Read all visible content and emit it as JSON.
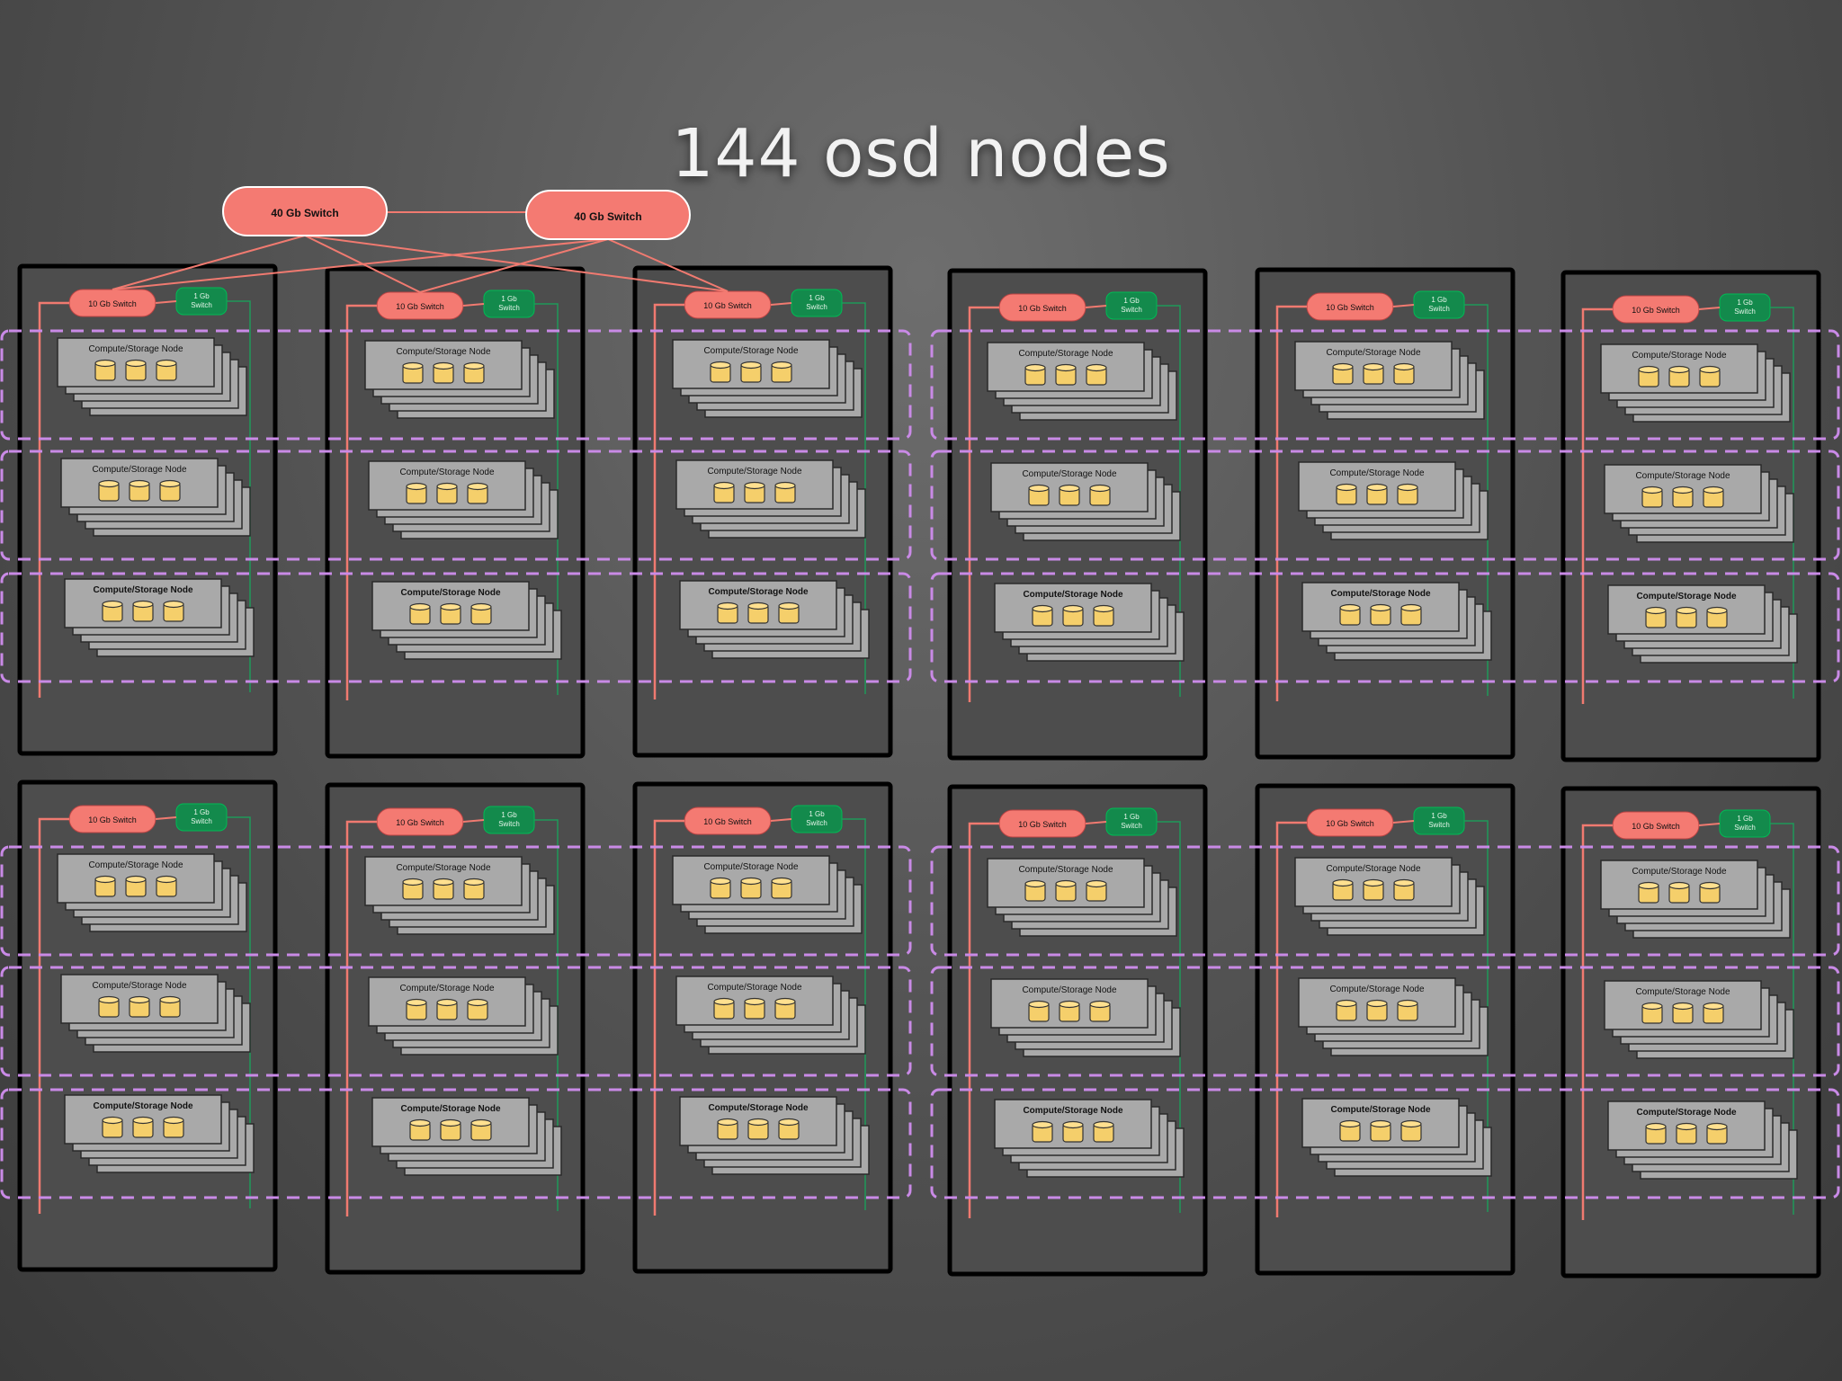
{
  "title": "144 osd nodes",
  "core_switches": [
    {
      "label": "40 Gb Switch"
    },
    {
      "label": "40 Gb Switch"
    }
  ],
  "rack_switch_labels": {
    "tor": "10 Gb Switch",
    "mgmt_line1": "1 Gb",
    "mgmt_line2": "Switch"
  },
  "node_labels": [
    "Compute/Storage Node",
    "Compute/Storage Node",
    "Compute/Storage Node"
  ],
  "racks_per_row": 6,
  "rows": 2,
  "node_groups_per_rack": 3,
  "disks_per_node": 3,
  "colors": {
    "core_switch": "#f47a72",
    "tor_switch": "#f47a72",
    "mgmt_switch": "#138a4c",
    "uplink": "#f07a70",
    "mgmt_link": "#1f9a5a",
    "node_fill": "#a9a9a9",
    "disk": "#f5cf6b",
    "failure_domain": "#c98ae6",
    "rack_border": "#000000",
    "rack_fill": "#4d4d4d"
  }
}
